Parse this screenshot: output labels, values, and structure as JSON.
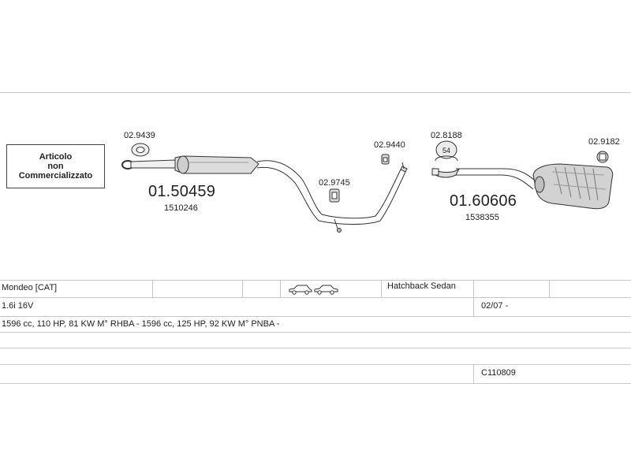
{
  "not_sold_box": {
    "line1": "Articolo",
    "line2": "non",
    "line3": "Commercializzato"
  },
  "parts": [
    {
      "code": "02.9439"
    },
    {
      "code": "01.50459",
      "ref": "1510246"
    },
    {
      "code": "02.9745"
    },
    {
      "code": "02.9440"
    },
    {
      "code": "02.8188",
      "badge": "54"
    },
    {
      "code": "01.60606",
      "ref": "1538355"
    },
    {
      "code": "02.9182"
    }
  ],
  "table": {
    "model": "Mondeo  [CAT]",
    "car_icons": "hatchback-sedan-icons",
    "body_types": "Hatchback Sedan",
    "engine": "1.6i 16V",
    "date_range": "02/07 -",
    "engine_details": "1596 cc, 110 HP, 81 KW M° RHBA -  1596 cc, 125 HP, 92 KW M° PNBA -",
    "catalog_code": "C110809"
  }
}
